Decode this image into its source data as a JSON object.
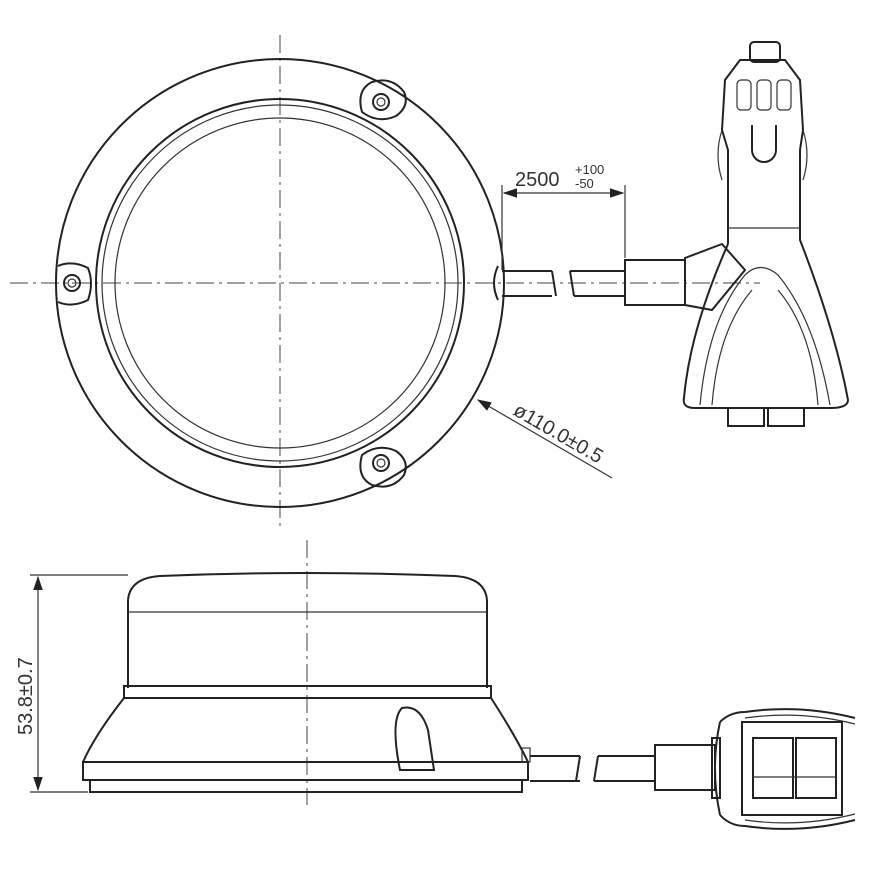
{
  "drawing": {
    "cable_length": {
      "nominal": "2500",
      "upper_tol": "+100",
      "lower_tol": "-50"
    },
    "diameter": "ø110.0±0.5",
    "height": "53.8±0.7"
  },
  "colors": {
    "line": "#222222",
    "background": "#ffffff"
  }
}
